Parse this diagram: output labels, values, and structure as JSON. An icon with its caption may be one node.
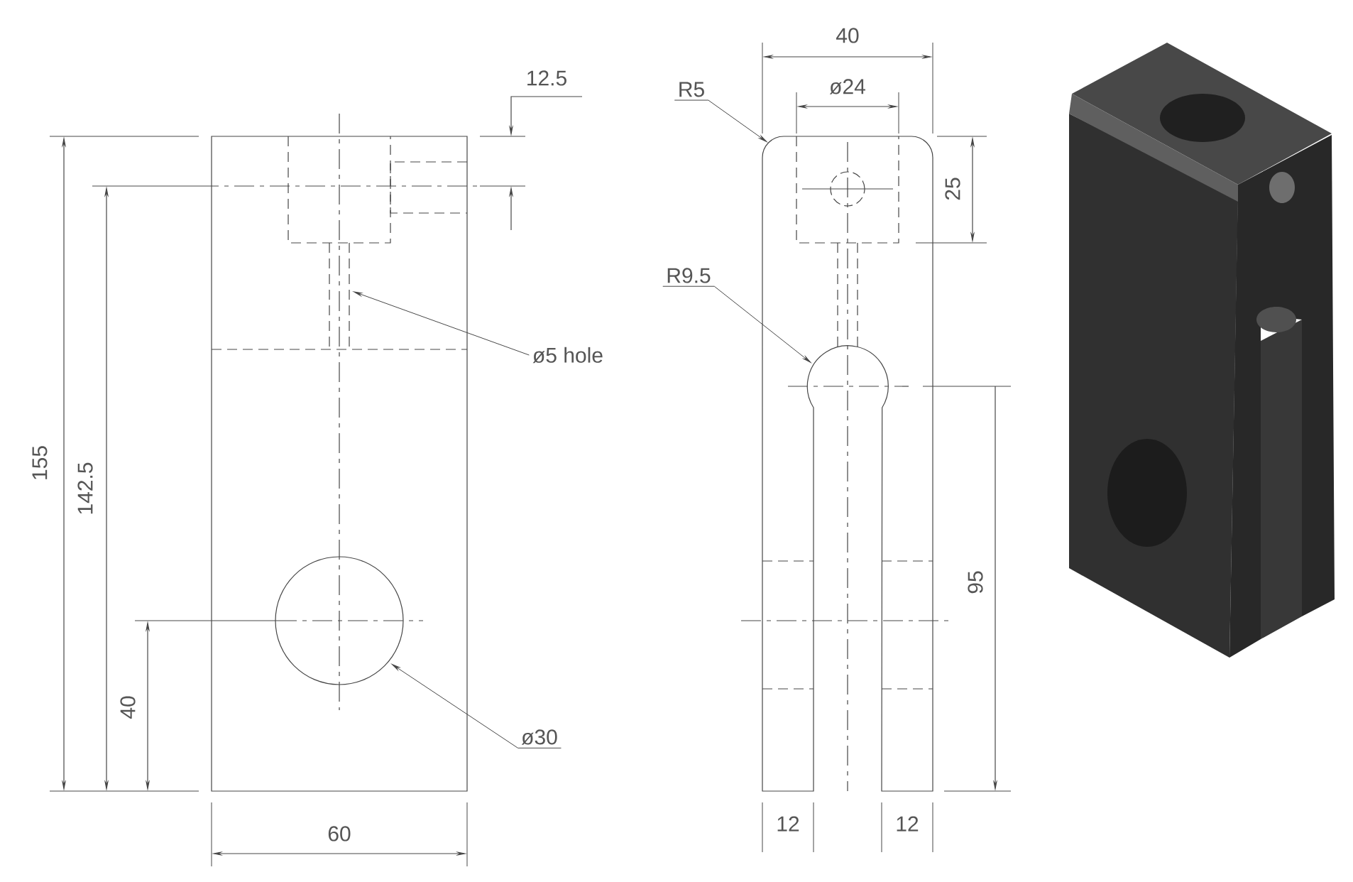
{
  "diagram": {
    "nodes": [
      {
        "text": [],
        "shape": "picture"
      },
      {
        "text": [
          "ø5 hole"
        ]
      },
      {
        "text": [
          "ø30"
        ]
      },
      {
        "text": [],
        "shape": "picture"
      },
      {
        "text": [
          "R5"
        ]
      },
      {
        "text": [
          "R9.5"
        ]
      }
    ],
    "edges": [
      {
        "from": 1,
        "to": 0,
        "arrow": "to"
      },
      {
        "from": 2,
        "to": 0,
        "arrow": "to"
      },
      {
        "from": 4,
        "to": 3,
        "arrow": "to"
      },
      {
        "from": 5,
        "to": 3,
        "arrow": "to"
      }
    ],
    "labels": [
      "12.5",
      "155",
      "142.5",
      "40",
      "60",
      "40",
      "ø24",
      "25",
      "95",
      "12",
      "12"
    ]
  }
}
